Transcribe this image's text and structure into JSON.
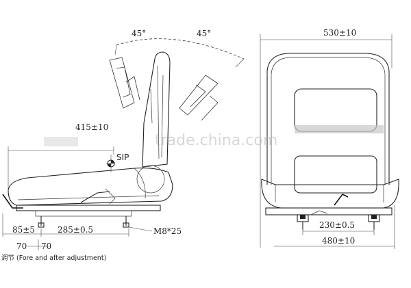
{
  "side_view": {
    "angle_left": "45°",
    "angle_right": "45°",
    "top_dim": "415±10",
    "sip_label": "SIP",
    "front_offset": "85±5",
    "rail_length": "285±0.5",
    "bolt_spec": "M8*25",
    "adjust_minus": "70",
    "adjust_plus": "70",
    "adjust_note": "调节 (Fore and after adjustment)"
  },
  "front_view": {
    "top_width": "530±10",
    "mount_spacing": "230±0.5",
    "base_width": "480±10"
  },
  "watermark": "trade.china.com"
}
